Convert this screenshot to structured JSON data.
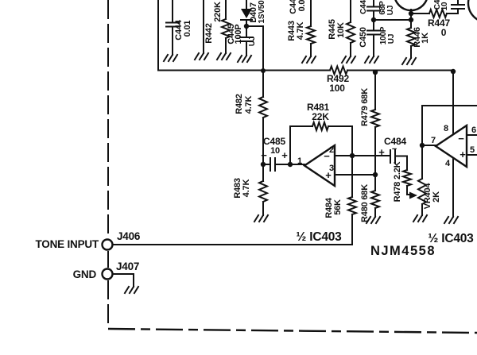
{
  "components": {
    "c444": {
      "ref": "C444",
      "value": "0.01"
    },
    "r442": {
      "ref": "R442",
      "value": "220K"
    },
    "c445": {
      "ref": "C445",
      "value": "100P",
      "grade": "UJ"
    },
    "d407": {
      "ref": "D407",
      "value": "1SV50"
    },
    "r443": {
      "ref": "R443",
      "value": "4.7K"
    },
    "cap_partial_left": {
      "ref": "C44",
      "value": "0.0"
    },
    "r445": {
      "ref": "R445",
      "value": "10K"
    },
    "cap_68p": {
      "ref": "C44",
      "value": "68P",
      "grade": "UJ"
    },
    "c450": {
      "ref": "C450",
      "value": "100P",
      "grade": "UJ"
    },
    "r446": {
      "ref": "R446",
      "value": "1K"
    },
    "r447": {
      "ref": "R447",
      "value": "0"
    },
    "cap_partial_right": {
      "ref": "C4",
      "value": "10"
    },
    "r492": {
      "ref": "R492",
      "value": "100"
    },
    "r482": {
      "ref": "R482",
      "value": "4.7K"
    },
    "r483": {
      "ref": "R483",
      "value": "4.7K"
    },
    "r481": {
      "ref": "R481",
      "value": "22K"
    },
    "c485": {
      "ref": "C485",
      "value": "10",
      "plus": "+",
      "minus": "−"
    },
    "r484": {
      "ref": "R484",
      "value": "56K"
    },
    "r479": {
      "label": "R479 68K"
    },
    "r480": {
      "label": "R480 68K"
    },
    "c484": {
      "ref": "C484",
      "plus": "+",
      "minus": "−"
    },
    "r478": {
      "label": "R478 2.2K"
    },
    "vr404": {
      "ref": "VR404",
      "value": "2K"
    }
  },
  "opamp1": {
    "pin1": "1",
    "pin2": "2",
    "pin3": "3",
    "minus": "−",
    "plus": "+",
    "label": "½ IC403"
  },
  "opamp2": {
    "pin4": "4",
    "pin5": "5",
    "pin6": "6",
    "pin7": "7",
    "pin8": "8",
    "minus": "−",
    "plus": "+",
    "label": "½ IC403"
  },
  "ic_name": "NJM4558",
  "connectors": {
    "j406": {
      "name": "J406",
      "label": "TONE INPUT"
    },
    "j407": {
      "name": "J407",
      "label": "GND"
    }
  }
}
